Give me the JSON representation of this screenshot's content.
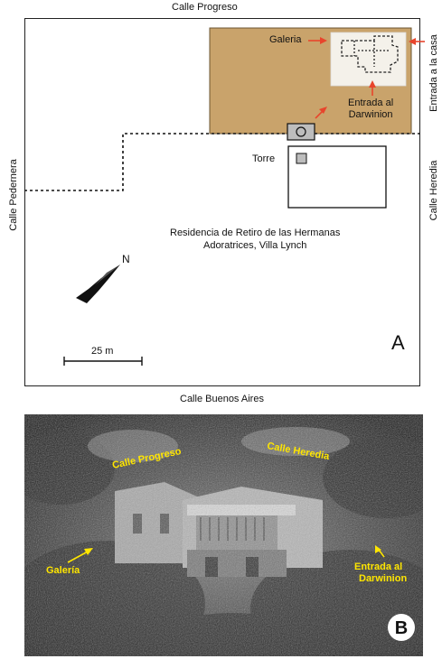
{
  "panel_a": {
    "streets": {
      "top": "Calle Progreso",
      "bottom": "Calle Buenos Aires",
      "left": "Calle Pedernera",
      "right": "Calle Heredia",
      "right_top": "Entrada a la casa"
    },
    "labels": {
      "galeria": "Galeria",
      "entrada": "Entrada al\nDarwinion",
      "torre": "Torre",
      "residencia": "Residencia de Retiro de las Hermanas\nAdoratrices, Villa Lynch",
      "north": "N",
      "scale": "25 m",
      "panel_letter": "A"
    },
    "colors": {
      "highlight_area": "#c9a36b",
      "arrow": "#e8452c"
    }
  },
  "panel_b": {
    "labels": {
      "calle_progreso": "Calle Progreso",
      "calle_heredia": "Calle Heredia",
      "galeria": "Galería",
      "entrada": "Entrada al\nDarwinion",
      "panel_letter": "B"
    },
    "colors": {
      "label": "#ffe600"
    }
  }
}
